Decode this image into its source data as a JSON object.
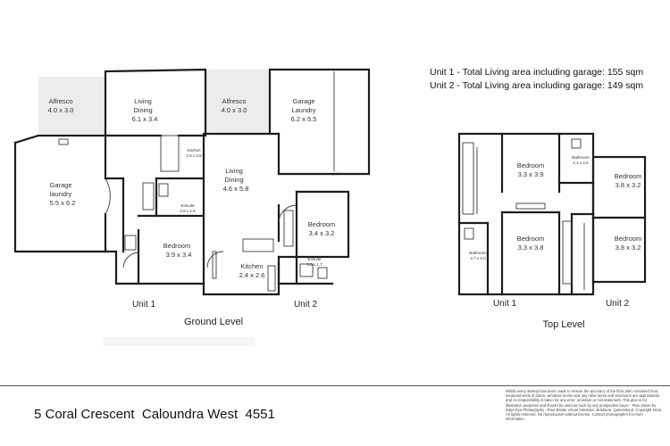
{
  "summary": {
    "unit1_area": "Unit 1 - Total Living area including garage: 155 sqm",
    "unit2_area": "Unit 2 - Total Living area including garage: 149 sqm"
  },
  "ground_level": {
    "title": "Ground Level",
    "unit1_label": "Unit 1",
    "unit2_label": "Unit 2",
    "rooms": {
      "alfresco1_name": "Alfresco",
      "alfresco1_dim": "4.0 x 3.0",
      "living1_name": "Living",
      "living1_name2": "Dining",
      "living1_dim": "6.1 x 3.4",
      "alfresco2_name": "Alfresco",
      "alfresco2_dim": "4.0 x 3.0",
      "garage2_name": "Garage",
      "garage2_name2": "Laundry",
      "garage2_dim": "6.2 x 5.5",
      "garage1_name": "Garage",
      "garage1_name2": "laundry",
      "garage1_dim": "5.5 x 6.2",
      "living2_name": "Living",
      "living2_name2": "Dining",
      "living2_dim": "4.6 x 5.8",
      "kitchen1_name": "Kitchen",
      "kitchen1_dim": "2.6 x 3.8",
      "ensuite1_name": "Ensuite",
      "ensuite1_dim": "2.8 x 1.8",
      "bedroom1_name": "Bedroom",
      "bedroom1_dim": "3.9 x 3.4",
      "bedroom2_name": "Bedroom",
      "bedroom2_dim": "3.4 x 3.2",
      "kitchen2_name": "Kitchen",
      "kitchen2_dim": "2.4 x 2.6",
      "ensuite2_name": "Ensuite",
      "ensuite2_dim": "3.5 x 1.7"
    }
  },
  "top_level": {
    "title": "Top Level",
    "unit1_label": "Unit 1",
    "unit2_label": "Unit 2",
    "rooms": {
      "bed_a_name": "Bedroom",
      "bed_a_dim": "3.3 x 3.9",
      "bath_a_name": "Bathroom",
      "bath_a_dim": "2.1 x 2.6",
      "bed_b_name": "Bedroom",
      "bed_b_dim": "3.8 x 3.2",
      "bed_c_name": "Bedroom",
      "bed_c_dim": "3.3 x 3.8",
      "bed_d_name": "Bedroom",
      "bed_d_dim": "3.8 x 3.2",
      "bath_b_name": "Bathroom",
      "bath_b_dim": "2.7 x 2.0"
    }
  },
  "footer": {
    "address": "5 Coral Crescent  Caloundra West  4551",
    "disclaimer": "Whilst every attempt has been made to ensure the accuracy of the floor plan contained here, measurements of doors, windows rooms and any other items and structures are approximate and no responsibility is taken for any error, omission or mis-statement. This plan is for illustrative purposes and should be used as such by any prospective buyer - Plan drawn by Edge Eye Photography - Real Estate Visual Solutions, Brisbane, Queensland. Copyright 2016, All rights reserved. No reproduction without license. Contact photographer for more information."
  }
}
